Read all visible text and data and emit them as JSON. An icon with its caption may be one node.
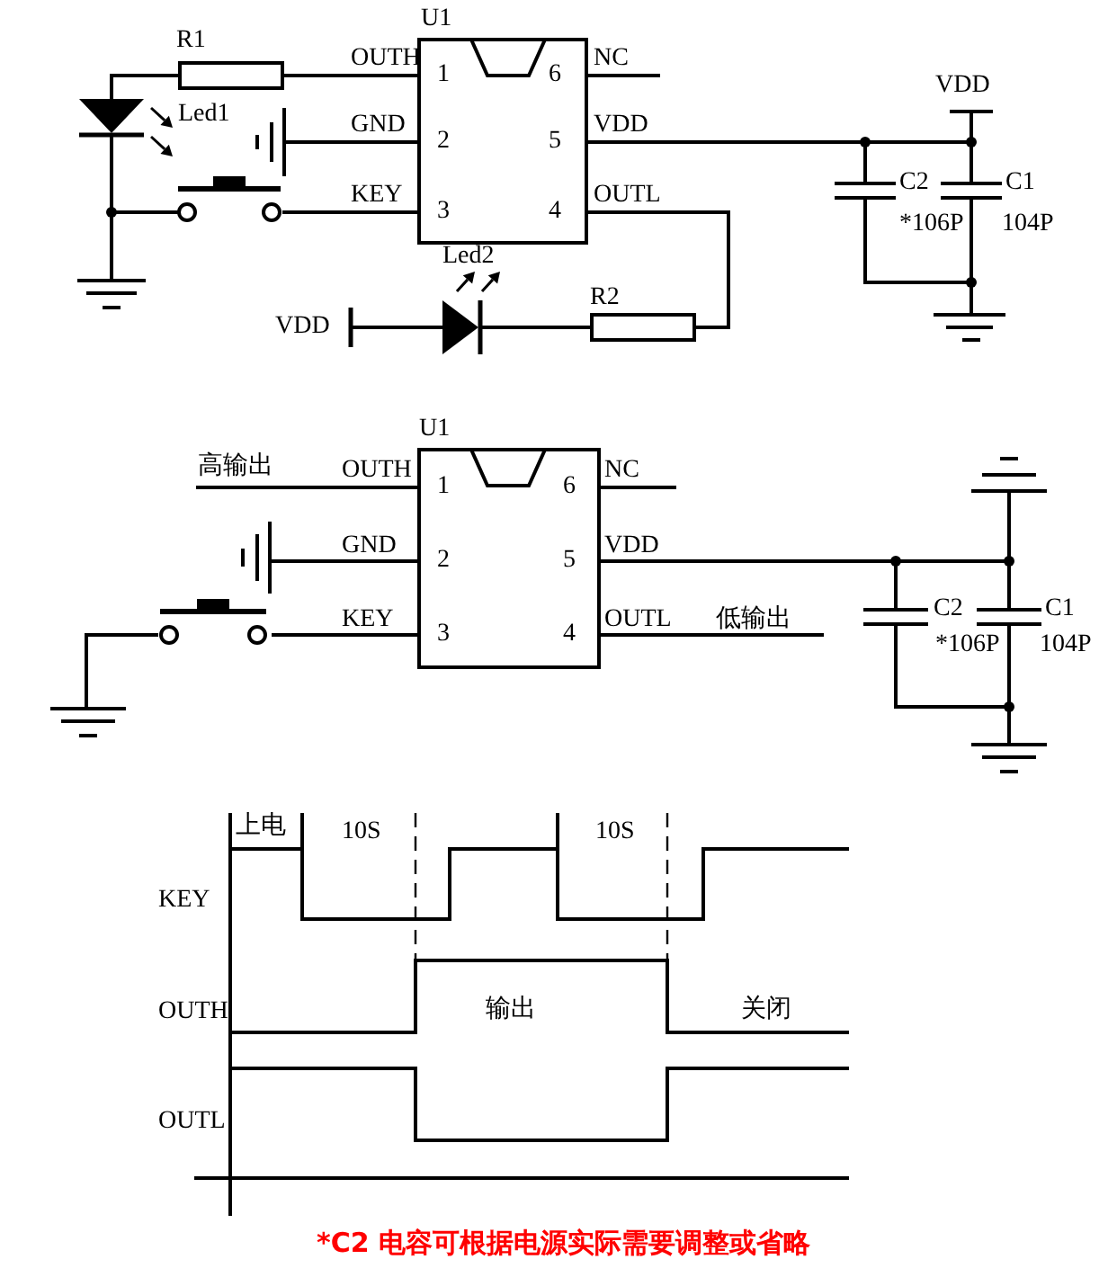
{
  "diagram": {
    "caption": "*C2 电容可根据电源实际需要调整或省略",
    "nodes": [
      {
        "text": [
          "U1",
          "1",
          "6",
          "2",
          "5",
          "3",
          "4"
        ],
        "beside": [
          "OUTH",
          "NC",
          "GND",
          "VDD",
          "KEY",
          "OUTL"
        ]
      },
      {
        "text": [
          "R1"
        ]
      },
      {
        "text": [
          "Led1"
        ]
      },
      {
        "text": [],
        "shape": "ground"
      },
      {
        "text": [],
        "shape": "switch"
      },
      {
        "text": [],
        "shape": "ground"
      },
      {
        "text": [
          "Led2"
        ]
      },
      {
        "text": [
          "R2"
        ]
      },
      {
        "text": [
          "VDD"
        ]
      },
      {
        "text": [
          "C2",
          "*106P"
        ]
      },
      {
        "text": [
          "C1",
          "104P"
        ]
      },
      {
        "text": [
          "VDD"
        ]
      },
      {
        "text": [],
        "shape": "ground"
      },
      {
        "text": [
          "U1",
          "1",
          "6",
          "2",
          "5",
          "3",
          "4"
        ],
        "beside": [
          "OUTH",
          "NC",
          "GND",
          "VDD",
          "KEY",
          "OUTL"
        ]
      },
      {
        "text": [],
        "shape": "ground"
      },
      {
        "text": [],
        "shape": "switch"
      },
      {
        "text": [],
        "shape": "ground"
      },
      {
        "text": [
          "C2",
          "*106P"
        ]
      },
      {
        "text": [
          "C1",
          "104P"
        ]
      },
      {
        "text": [],
        "shape": "ground"
      },
      {
        "text": [],
        "shape": "ground"
      }
    ],
    "edges": [
      {
        "from": 1,
        "to": 0,
        "arrow": "none"
      },
      {
        "from": 1,
        "to": 2,
        "arrow": "none"
      },
      {
        "from": 2,
        "to": 5,
        "arrow": "none"
      },
      {
        "from": 4,
        "to": 5,
        "arrow": "none"
      },
      {
        "from": 3,
        "to": 0,
        "arrow": "none"
      },
      {
        "from": 4,
        "to": 0,
        "arrow": "none"
      },
      {
        "from": 0,
        "to": 7,
        "arrow": "none"
      },
      {
        "from": 7,
        "to": 6,
        "arrow": "none"
      },
      {
        "from": 6,
        "to": 8,
        "arrow": "none"
      },
      {
        "from": 0,
        "to": 9,
        "arrow": "none"
      },
      {
        "from": 0,
        "to": 10,
        "arrow": "none"
      },
      {
        "from": 11,
        "to": 10,
        "arrow": "none"
      },
      {
        "from": 9,
        "to": 12,
        "arrow": "none"
      },
      {
        "from": 10,
        "to": 12,
        "arrow": "none"
      },
      {
        "from": 14,
        "to": 13,
        "arrow": "none"
      },
      {
        "from": 15,
        "to": 13,
        "arrow": "none"
      },
      {
        "from": 15,
        "to": 16,
        "arrow": "none"
      },
      {
        "from": 13,
        "to": 17,
        "arrow": "none"
      },
      {
        "from": 13,
        "to": 18,
        "arrow": "none"
      },
      {
        "from": 19,
        "to": 18,
        "arrow": "none"
      },
      {
        "from": 17,
        "to": 20,
        "arrow": "none"
      },
      {
        "from": 18,
        "to": 20,
        "arrow": "none"
      }
    ],
    "labels": [
      "高输出",
      "低输出",
      "上电",
      "10S",
      "10S",
      "KEY",
      "OUTH",
      "输出",
      "关闭",
      "OUTL"
    ]
  }
}
